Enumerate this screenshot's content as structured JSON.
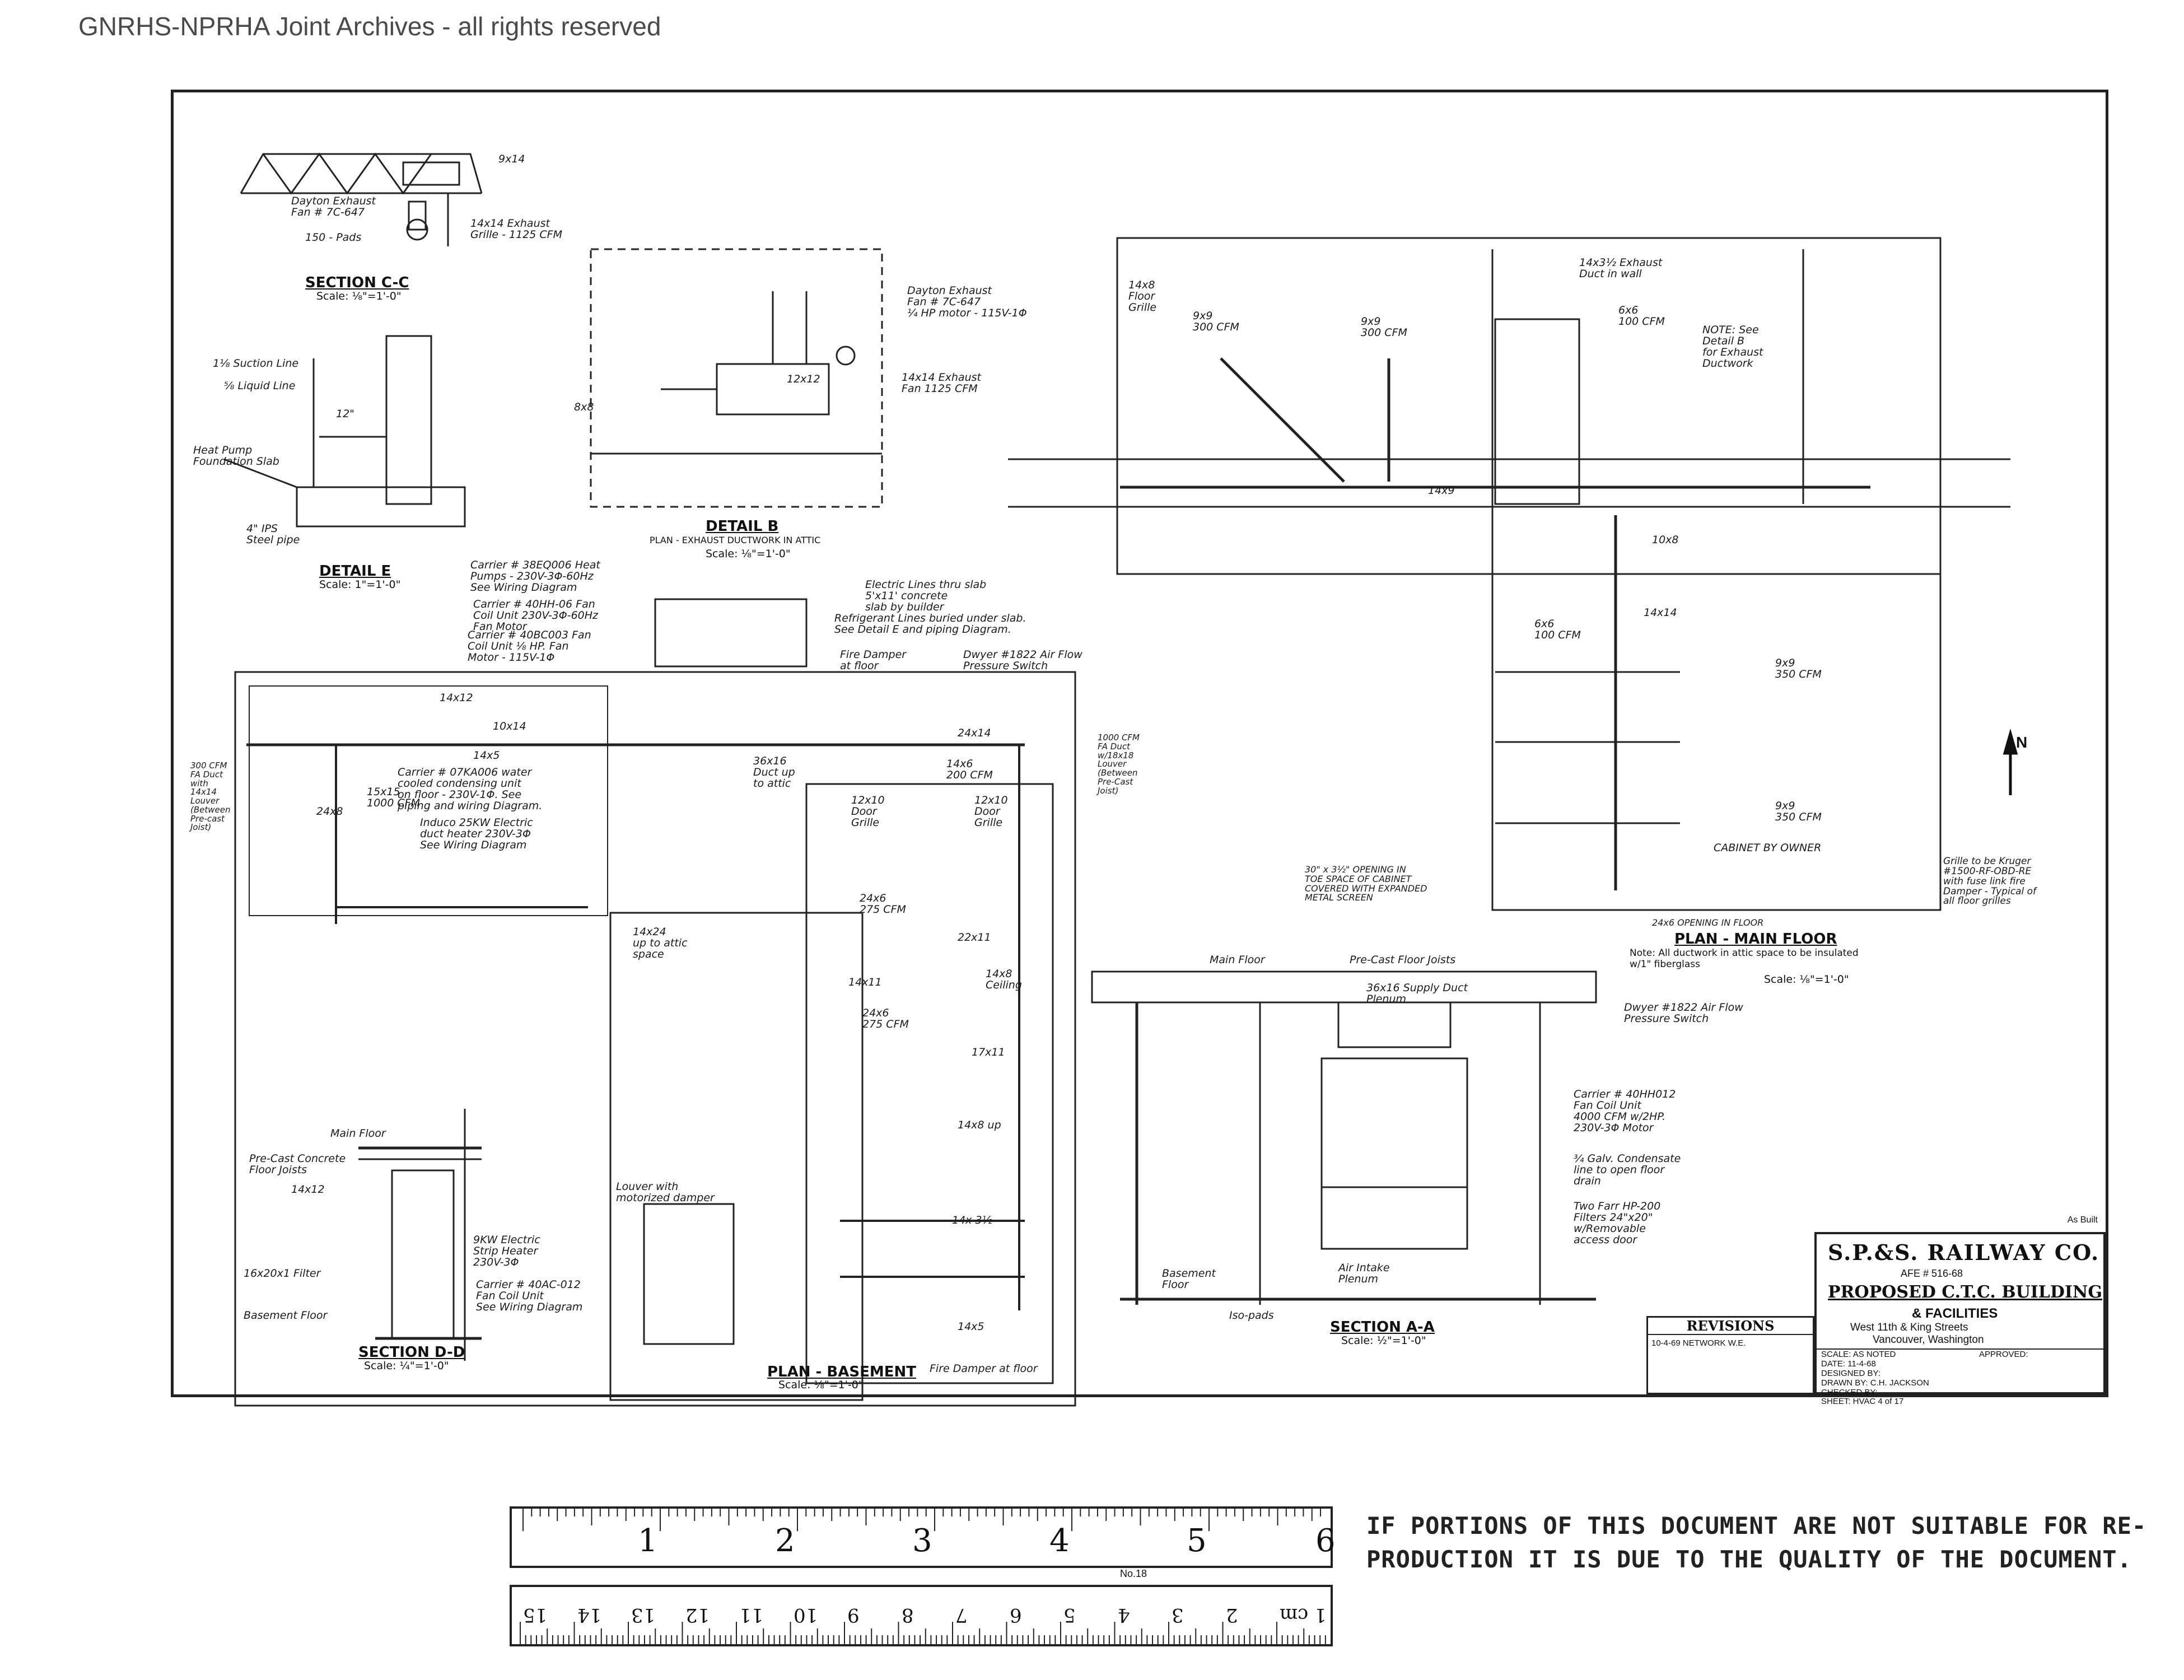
{
  "archive_header": "GNRHS-NPRHA Joint Archives - all rights reserved",
  "sections": {
    "section_cc": {
      "title": "SECTION C-C",
      "scale": "Scale: ⅛\"=1'-0\""
    },
    "detail_e": {
      "title": "DETAIL E",
      "scale": "Scale: 1\"=1'-0\""
    },
    "detail_b": {
      "title": "DETAIL B",
      "subtitle": "PLAN - EXHAUST DUCTWORK IN ATTIC",
      "scale": "Scale: ⅛\"=1'-0\""
    },
    "plan_main": {
      "title": "PLAN - MAIN FLOOR",
      "note": "Note: All ductwork in attic space to be insulated w/1\" fiberglass",
      "scale": "Scale: ⅛\"=1'-0\""
    },
    "plan_basement": {
      "title": "PLAN - BASEMENT",
      "scale": "Scale: ⅛\"=1'-0\""
    },
    "section_aa": {
      "title": "SECTION A-A",
      "scale": "Scale: ½\"=1'-0\""
    },
    "section_dd": {
      "title": "SECTION D-D",
      "scale": "Scale: ¼\"=1'-0\""
    }
  },
  "labels": {
    "cc_9x14": "9x14",
    "cc_exhaust": "Dayton Exhaust\nFan # 7C-647",
    "cc_grille": "14x14 Exhaust\nGrille - 1125 CFM",
    "cc_pads": "150 - Pads",
    "e_suction": "1⅛ Suction Line",
    "e_liquid": "⅝ Liquid Line",
    "e_12": "12\"",
    "e_slab": "Heat Pump\nFoundation Slab",
    "e_pipe": "4\" IPS\nSteel pipe",
    "b_exhaust": "Dayton Exhaust\nFan # 7C-647\n¼ HP motor - 115V-1Φ",
    "b_grille": "14x14 Exhaust\nFan 1125 CFM",
    "b_8x8": "8x8",
    "b_12x12": "12x12",
    "m_exhaust_wall": "14x3½ Exhaust\nDuct in wall",
    "m_6x6_top": "6x6\n100 CFM",
    "m_9x9_a": "9x9\n300 CFM",
    "m_9x9_b": "9x9\n300 CFM",
    "m_note_b": "NOTE: See\nDetail B\nfor Exhaust\nDuctwork",
    "m_14x8": "14x8\nFloor\nGrille",
    "m_14x9": "14x9",
    "m_10x8": "10x8",
    "m_6x6_b": "6x6\n100 CFM",
    "m_14x14": "14x14",
    "m_9x9_c": "9x9\n350 CFM",
    "m_9x9_d": "9x9\n350 CFM",
    "m_cabinet": "CABINET BY OWNER",
    "m_opening": "30\" x 3½\" OPENING IN\nTOE SPACE OF CABINET\nCOVERED WITH EXPANDED\nMETAL SCREEN",
    "m_floor_open": "24x6 OPENING IN FLOOR",
    "m_grille_note": "Grille to be Kruger\n#1500-RF-OBD-RE\nwith fuse link fire\nDamper - Typical of\nall floor grilles",
    "bs_carrier1": "Carrier # 38EQ006 Heat\nPumps - 230V-3Φ-60Hz\nSee Wiring Diagram",
    "bs_carrier2": "Carrier # 40HH-06 Fan\nCoil Unit 230V-3Φ-60Hz\nFan Motor",
    "bs_carrier3": "Carrier # 40BC003 Fan\nCoil Unit ⅛ HP. Fan\nMotor - 115V-1Φ",
    "bs_elec": "Electric Lines thru slab\n5'x11' concrete\nslab by builder",
    "bs_refrig": "Refrigerant Lines buried under slab.\nSee Detail E and piping Diagram.",
    "bs_fire": "Fire Damper\nat floor",
    "bs_dwyer": "Dwyer #1822 Air Flow\nPressure Switch",
    "bs_14x12": "14x12",
    "bs_10x14": "10x14",
    "bs_14x5": "14x5",
    "bs_carrier4": "Carrier # 07KA006 water\ncooled condensing unit\non floor - 230V-1Φ. See\npiping and wiring Diagram.",
    "bs_induco": "Induco 25KW Electric\nduct heater 230V-3Φ\nSee Wiring Diagram",
    "bs_15x15": "15x15\n1000 CFM",
    "bs_24x8": "24x8",
    "bs_300cfm": "300 CFM\nFA Duct\nwith\n14x14\nLouver\n(Between\nPre-cast\nJoist)",
    "bs_1000cfm": "1000 CFM\nFA Duct\nw/18x18\nLouver\n(Between\nPre-Cast\nJoist)",
    "bs_24x14": "24x14",
    "bs_36x16": "36x16\nDuct up\nto attic",
    "bs_14x6": "14x6\n200 CFM",
    "bs_12x10": "12x10\nDoor\nGrille",
    "bs_24x6": "24x6\n275 CFM",
    "bs_14x11": "14x11",
    "bs_22x11": "22x11",
    "bs_17x11": "17x11",
    "bs_14x8up": "14x8 up",
    "bs_14x5b": "14x5",
    "bs_14x3": "14x 3½",
    "bs_14x24": "14x24\nup to attic\nspace",
    "bs_louver": "Louver with\nmotorized damper",
    "bs_ceiling": "14x8\nCeiling",
    "bs_firedamper": "Fire Damper at floor",
    "aa_main": "Main Floor",
    "aa_precast": "Pre-Cast Floor Joists",
    "aa_plenum": "36x16 Supply Duct\nPlenum",
    "aa_dwyer": "Dwyer #1822 Air Flow\nPressure Switch",
    "aa_carrier": "Carrier # 40HH012\nFan Coil Unit\n4000 CFM w/2HP.\n230V-3Φ Motor",
    "aa_cond": "¾ Galv. Condensate\nline to open floor\ndrain",
    "aa_filters": "Two Farr HP-200\nFilters 24\"x20\"\nw/Removable\naccess door",
    "aa_intake": "Air Intake\nPlenum",
    "aa_basement": "Basement\nFloor",
    "aa_pads": "Iso-pads",
    "dd_main": "Main Floor",
    "dd_precast": "Pre-Cast Concrete\nFloor Joists",
    "dd_14x12": "14x12",
    "dd_strip": "9KW Electric\nStrip Heater\n230V-3Φ",
    "dd_carrier": "Carrier # 40AC-012\nFan Coil Unit\nSee Wiring Diagram",
    "dd_filter": "16x20x1 Filter",
    "dd_basement": "Basement Floor",
    "north": "N"
  },
  "title_block": {
    "company": "S.P.&S. RAILWAY CO.",
    "afe": "AFE # 516-68",
    "project": "PROPOSED C.T.C. BUILDING",
    "project2": "& FACILITIES",
    "location": "West 11th & King Streets",
    "city": "Vancouver, Washington",
    "as_built": "As Built",
    "rows": [
      "SCALE: AS NOTED",
      "DATE: 11-4-68",
      "DESIGNED BY:",
      "DRAWN BY: C.H. JACKSON",
      "CHECKED BY:",
      "SHEET: HVAC 4 of 17"
    ],
    "approved": "APPROVED:"
  },
  "revisions": {
    "title": "REVISIONS",
    "row": "10-4-69  NETWORK  W.E."
  },
  "ruler_inches": [
    "1",
    "2",
    "3",
    "4",
    "5",
    "6"
  ],
  "ruler_cm": [
    "15",
    "14",
    "13",
    "12",
    "11",
    "10",
    "9",
    "8",
    "7",
    "6",
    "5",
    "4",
    "3",
    "2",
    "1 cm"
  ],
  "ruler_label": "No.18",
  "notice": "IF PORTIONS OF THIS DOCUMENT ARE NOT SUITABLE FOR RE-PRODUCTION IT IS DUE TO THE QUALITY OF THE DOCUMENT."
}
